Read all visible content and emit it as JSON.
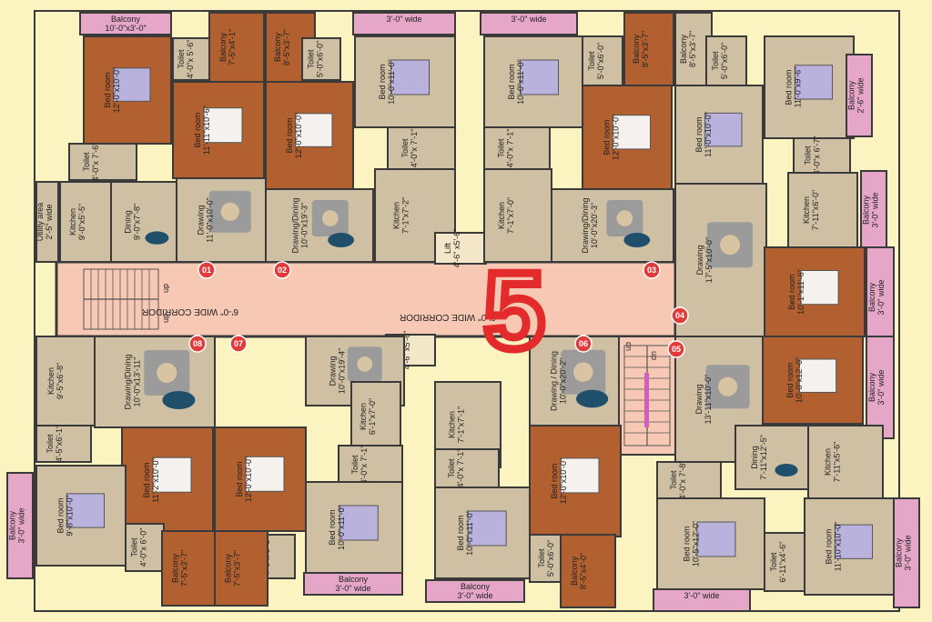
{
  "floor_label": "5",
  "colors": {
    "background": "#fbf3c0",
    "corridor": "#f7c9b4",
    "wood_floor": "#b2602f",
    "tile_floor": "#cfc0a4",
    "balcony": "#e6a6c8",
    "wall": "#3a3a3a",
    "unit_marker": "#e33b3b",
    "accent": "#e32b2b"
  },
  "corridor": {
    "label": "6'-0\" WIDE CORRIDOR",
    "label_mid": "6'-0\" WIDE CORRIDOR",
    "stair_up": "up",
    "stair_dn": "dn"
  },
  "units": [
    "01",
    "02",
    "03",
    "04",
    "05",
    "06",
    "07",
    "08"
  ],
  "rooms": [
    {
      "id": "u01-balcony",
      "type": "balcony",
      "name": "Balcony",
      "dim": "10'-0\"x3'-0\""
    },
    {
      "id": "u01-bed",
      "type": "bed",
      "name": "Bed room",
      "dim": "12'-0\"x10'-0\""
    },
    {
      "id": "u01-toilet",
      "type": "tile",
      "name": "Toilet",
      "dim": "4'-0\"x 7'-6\""
    },
    {
      "id": "u01-kitchen",
      "type": "tile",
      "name": "Kitchen",
      "dim": "9'-0\"x5'-5\""
    },
    {
      "id": "u01-utility",
      "type": "tile",
      "name": "Utility area",
      "dim": "2'-5\" wide"
    },
    {
      "id": "u01-dining",
      "type": "tile",
      "name": "Dining",
      "dim": "9'-0\"x7'-8\""
    },
    {
      "id": "u01-drawing",
      "type": "tile",
      "name": "Drawing",
      "dim": "11'-0\"x10'-0\""
    },
    {
      "id": "u01-bed2",
      "type": "wood",
      "name": "Bed room",
      "dim": "11'-11\"x10'-6\""
    },
    {
      "id": "u01-toilet2",
      "type": "tile",
      "name": "Toilet",
      "dim": "4'-0\"x 5'-6\""
    },
    {
      "id": "u01-balcony2",
      "type": "wood",
      "name": "Balcony",
      "dim": "7'-5\"x4'-1\""
    },
    {
      "id": "u02-balcony",
      "type": "wood",
      "name": "Balcony",
      "dim": "8'-5\"x3'-7\""
    },
    {
      "id": "u02-toilet",
      "type": "tile",
      "name": "Toilet",
      "dim": "5'-0\"x6'-0\""
    },
    {
      "id": "u02-bed",
      "type": "wood",
      "name": "Bed room",
      "dim": "12'-0\"x10'-0\""
    },
    {
      "id": "u02-drawing",
      "type": "tile",
      "name": "Drawing/Dining",
      "dim": "10'-0\"x19'-3\""
    },
    {
      "id": "u02-bal3",
      "type": "balcony",
      "name": "",
      "dim": "3'-0\" wide"
    },
    {
      "id": "u02-bed2",
      "type": "tile",
      "name": "Bed room",
      "dim": "10'-0\"x11'-0\""
    },
    {
      "id": "u02-toilet2",
      "type": "tile",
      "name": "Toilet",
      "dim": "4'-0\"x 7'-1\""
    },
    {
      "id": "u02-kitchen",
      "type": "tile",
      "name": "Kitchen",
      "dim": "7'-1\"x7'-2\""
    },
    {
      "id": "lift1",
      "type": "lift",
      "name": "Lift",
      "dim": "4'-6\" x5'-6\""
    },
    {
      "id": "u03-bal3",
      "type": "balcony",
      "name": "",
      "dim": "3'-0\" wide"
    },
    {
      "id": "u03-bed",
      "type": "tile",
      "name": "Bed room",
      "dim": "10'-0\"x11'-0\""
    },
    {
      "id": "u03-toilet",
      "type": "tile",
      "name": "Toilet",
      "dim": "4'-0\"x 7'-1\""
    },
    {
      "id": "u03-kitchen",
      "type": "tile",
      "name": "Kitchen",
      "dim": "7'-1\"x7'-0\""
    },
    {
      "id": "u03-toilet2",
      "type": "tile",
      "name": "Toilet",
      "dim": "5'-0\"x6'-0\""
    },
    {
      "id": "u03-bed2",
      "type": "wood",
      "name": "Bed room",
      "dim": "12'-0\"x10'-0\""
    },
    {
      "id": "u03-balcony",
      "type": "wood",
      "name": "Balcony",
      "dim": "8'-5\"x3'-7\""
    },
    {
      "id": "u03-drawing",
      "type": "tile",
      "name": "Drawing/Dining",
      "dim": "10'-0\"x20'-3\""
    },
    {
      "id": "u04-balcony",
      "type": "tile",
      "name": "Balcony",
      "dim": "8'-5\"x3'-7\""
    },
    {
      "id": "u04-toilet",
      "type": "tile",
      "name": "Toilet",
      "dim": "5'-0\"x6'-0\""
    },
    {
      "id": "u04-bed",
      "type": "tile",
      "name": "Bed room",
      "dim": "11'-0\"x10'-0\""
    },
    {
      "id": "u04-bed2",
      "type": "tile",
      "name": "Bed room",
      "dim": "11'-0\"x9'-6\""
    },
    {
      "id": "u04-bal2",
      "type": "balcony",
      "name": "Balcony",
      "dim": "2'-6\" wide"
    },
    {
      "id": "u04-toilet2",
      "type": "tile",
      "name": "Toilet",
      "dim": "4'-0\"x 6'-7\""
    },
    {
      "id": "u04-kitchen",
      "type": "tile",
      "name": "Kitchen",
      "dim": "7'-11\"x6'-0\""
    },
    {
      "id": "u04-bal3",
      "type": "balcony",
      "name": "Balcony",
      "dim": "3'-0\" wide"
    },
    {
      "id": "u04-drawing",
      "type": "tile",
      "name": "Drawing",
      "dim": "17'-5\"x10'-0\""
    },
    {
      "id": "u04-bed3",
      "type": "wood",
      "name": "Bed room",
      "dim": "10'-1\"x11'-6\""
    },
    {
      "id": "u04-bal4",
      "type": "balcony",
      "name": "Balcony",
      "dim": "3'-0\" wide"
    },
    {
      "id": "u05-bed",
      "type": "wood",
      "name": "Bed room",
      "dim": "10'-0\"x12'-0\""
    },
    {
      "id": "u05-bal",
      "type": "balcony",
      "name": "Balcony",
      "dim": "3'-0\" wide"
    },
    {
      "id": "u05-drawing",
      "type": "tile",
      "name": "Drawing",
      "dim": "13'-11\"x10'-0\""
    },
    {
      "id": "u05-dining",
      "type": "tile",
      "name": "Dining",
      "dim": "7'-11\"x12'-5\""
    },
    {
      "id": "u05-kitchen",
      "type": "tile",
      "name": "Kitchen",
      "dim": "7'-11\"x5'-6\""
    },
    {
      "id": "u05-toilet",
      "type": "tile",
      "name": "Toilet",
      "dim": "4'-0\"x 7'-8\""
    },
    {
      "id": "u05-bed2",
      "type": "tile",
      "name": "Bed room",
      "dim": "10'-5\"x12'-0\""
    },
    {
      "id": "u05-toilet2",
      "type": "tile",
      "name": "Toilet",
      "dim": "6'-11\"x4'-6\""
    },
    {
      "id": "u05-bed3",
      "type": "tile",
      "name": "Bed room",
      "dim": "11'-10\"x10'-0\""
    },
    {
      "id": "u05-bal2",
      "type": "balcony",
      "name": "Balcony",
      "dim": "3'-0\" wide"
    },
    {
      "id": "u05-bal3",
      "type": "balcony",
      "name": "",
      "dim": "3'-0\" wide"
    },
    {
      "id": "u06-drawing",
      "type": "tile",
      "name": "Drawing / Dining",
      "dim": "10'-0\"x20'-2\""
    },
    {
      "id": "u06-kitchen",
      "type": "tile",
      "name": "Kitchen",
      "dim": "7'-1\"x7'-1\""
    },
    {
      "id": "u06-toilet",
      "type": "tile",
      "name": "Toilet",
      "dim": "4'-0\"x 7'-1\""
    },
    {
      "id": "u06-bed",
      "type": "wood",
      "name": "Bed room",
      "dim": "12'-0\"x10'-0\""
    },
    {
      "id": "u06-bed2",
      "type": "tile",
      "name": "Bed room",
      "dim": "10'-0\"x11'-0\""
    },
    {
      "id": "u06-toilet2",
      "type": "tile",
      "name": "Toilet",
      "dim": "5'-0\"x6'-0\""
    },
    {
      "id": "u06-balcony",
      "type": "wood",
      "name": "Balcony",
      "dim": "8'-5\"x4'-0\""
    },
    {
      "id": "u06-bal3",
      "type": "balcony",
      "name": "Balcony",
      "dim": "3'-0\" wide"
    },
    {
      "id": "lift2",
      "type": "lift",
      "name": "Lift",
      "dim": "4'-6\" x5'-6\""
    },
    {
      "id": "u07-drawing",
      "type": "tile",
      "name": "Drawing",
      "dim": "10'-0\"x19'-4\""
    },
    {
      "id": "u07-kitchen",
      "type": "tile",
      "name": "Kitchen",
      "dim": "6'-1\"x7'-0\""
    },
    {
      "id": "u07-toilet",
      "type": "tile",
      "name": "Toilet",
      "dim": "4'-0\"x 7'-1\""
    },
    {
      "id": "u07-bed",
      "type": "wood",
      "name": "Bed room",
      "dim": "12'-0\"x10'-0\""
    },
    {
      "id": "u07-bed2",
      "type": "tile",
      "name": "Bed room",
      "dim": "10'-0\"x11'-0\""
    },
    {
      "id": "u07-toilet2",
      "type": "tile",
      "name": "Toilet",
      "dim": "4'-0\"x 6'-0\""
    },
    {
      "id": "u07-balcony",
      "type": "wood",
      "name": "Balcony",
      "dim": "7'-5\"x3'-7\""
    },
    {
      "id": "u07-bal3",
      "type": "balcony",
      "name": "Balcony",
      "dim": "3'-0\" wide"
    },
    {
      "id": "u08-drawing",
      "type": "tile",
      "name": "Drawing/Dining",
      "dim": "10'-0\"x13'-11\""
    },
    {
      "id": "u08-kitchen",
      "type": "tile",
      "name": "Kitchen",
      "dim": "9'-5\"x6'-8\""
    },
    {
      "id": "u08-toilet",
      "type": "tile",
      "name": "Toilet",
      "dim": "4'-5\"x6'-1\""
    },
    {
      "id": "u08-bed",
      "type": "wood",
      "name": "Bed room",
      "dim": "11'-2\"x10'-0\""
    },
    {
      "id": "u08-bed2",
      "type": "tile",
      "name": "Bed room",
      "dim": "9'-8\"x10'-0\""
    },
    {
      "id": "u08-toilet2",
      "type": "tile",
      "name": "Toilet",
      "dim": "4'-0\"x 6'-0\""
    },
    {
      "id": "u08-balcony",
      "type": "wood",
      "name": "Balcony",
      "dim": "7'-5\"x3'-7\""
    },
    {
      "id": "u08-bal3",
      "type": "balcony",
      "name": "Balcony",
      "dim": "3'-0\" wide"
    }
  ]
}
